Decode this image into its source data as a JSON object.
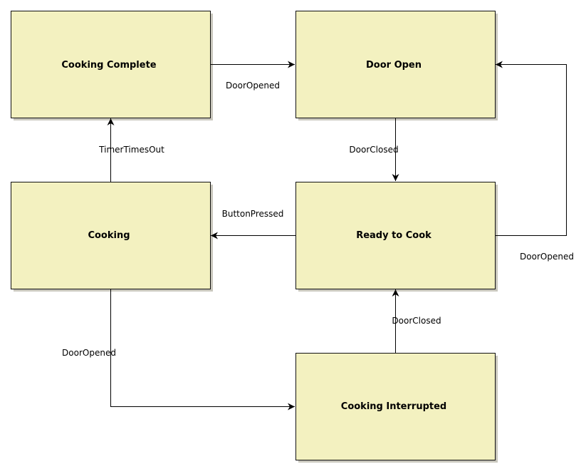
{
  "states": {
    "cooking_complete": "Cooking Complete",
    "door_open": "Door Open",
    "cooking": "Cooking",
    "ready_to_cook": "Ready to Cook",
    "cooking_interrupted": "Cooking Interrupted"
  },
  "transitions": {
    "complete_to_door_open": "DoorOpened",
    "door_open_to_ready": "DoorClosed",
    "cooking_to_complete": "TimerTimesOut",
    "ready_to_cooking": "ButtonPressed",
    "ready_to_door_open": "DoorOpened",
    "cooking_to_interrupted": "DoorOpened",
    "interrupted_to_ready": "DoorClosed"
  },
  "colors": {
    "state_fill": "#f3f1c0",
    "state_border": "#111111",
    "shadow": "#c9c7bd",
    "edge": "#000000"
  }
}
